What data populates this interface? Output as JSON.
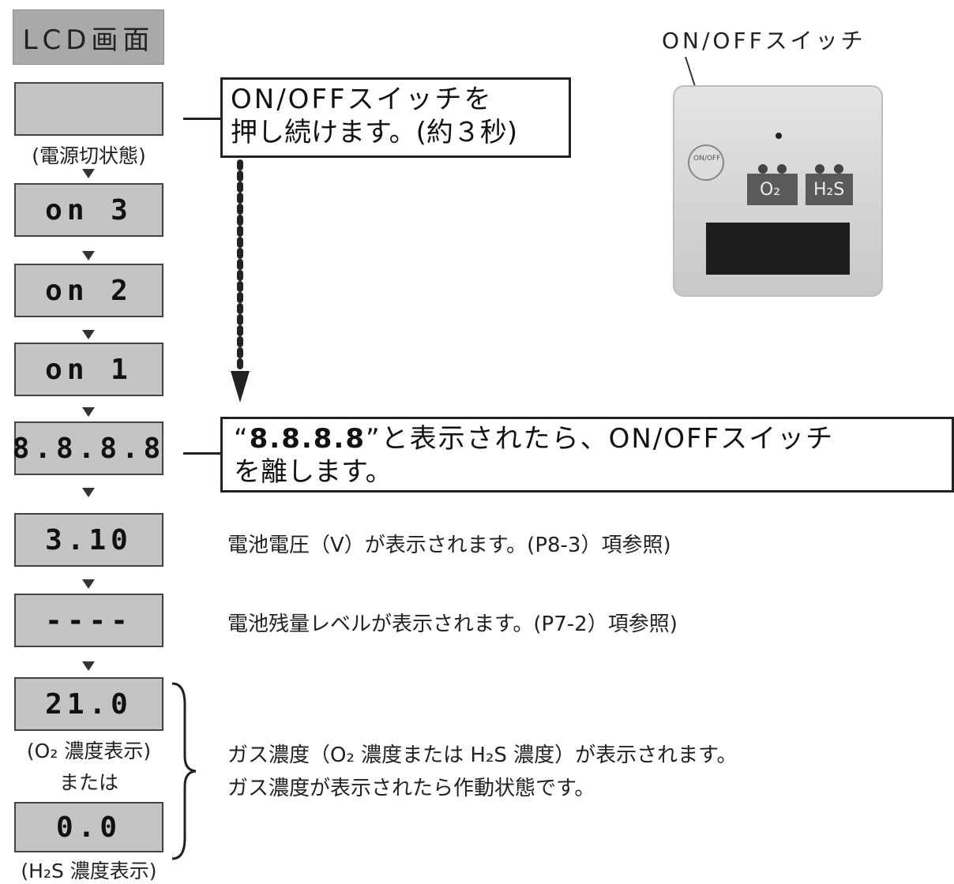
{
  "header": {
    "title": "LCD画面"
  },
  "steps": [
    {
      "display": "",
      "caption": "(電源切状態)"
    },
    {
      "display": "on  3"
    },
    {
      "display": "on  2"
    },
    {
      "display": "on  1"
    },
    {
      "display": "8.8.8.8"
    },
    {
      "display": "3.10"
    },
    {
      "display": "----"
    },
    {
      "display": "21.0",
      "caption": "(O₂ 濃度表示)"
    },
    {
      "conjunction": "または"
    },
    {
      "display": "0.0",
      "caption": "(H₂S 濃度表示)"
    }
  ],
  "callouts": {
    "press": {
      "line1": "ON/OFFスイッチを",
      "line2": "押し続けます。(約３秒)"
    },
    "release": {
      "bold": "8.8.8.8",
      "open_quote": "“",
      "rest": "”と表示されたら、ON/OFFスイッチ",
      "line2": "を離します。"
    }
  },
  "notes": {
    "voltage": "電池電圧（V）が表示されます。(P8-3）項参照)",
    "battery": "電池残量レベルが表示されます。(P7-2）項参照)",
    "gas_line1": "ガス濃度（O₂ 濃度または H₂S 濃度）が表示されます。",
    "gas_line2": "ガス濃度が表示されたら作動状態です。"
  },
  "device": {
    "switch_label": "ON/OFFスイッチ",
    "o2_label": "O₂",
    "h2s_label": "H₂S",
    "switch_text": "ON/OFF"
  }
}
